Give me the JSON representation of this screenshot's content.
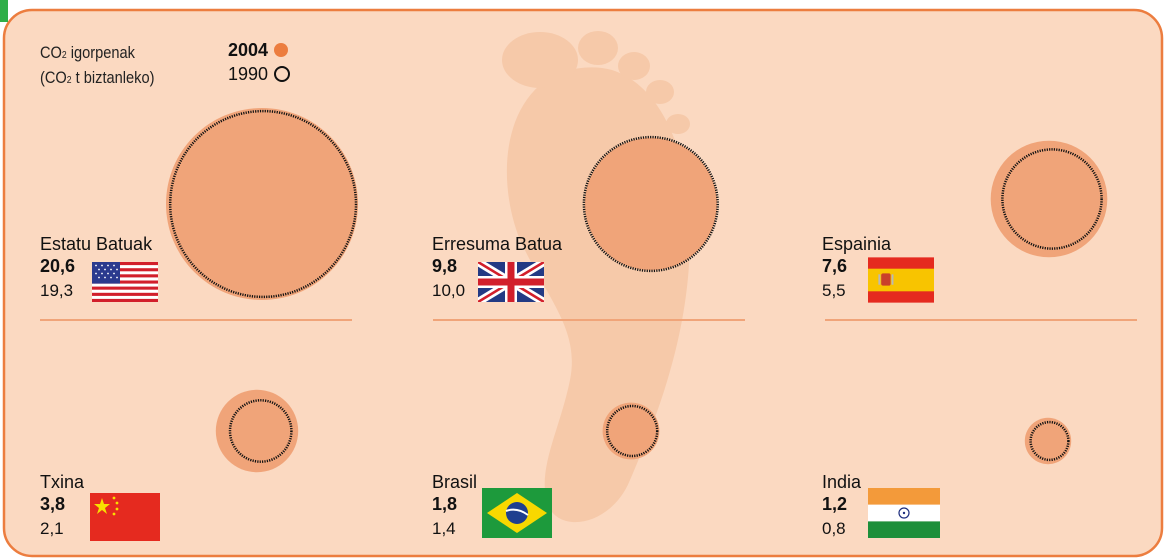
{
  "colors": {
    "background": "#fbd9c1",
    "border": "#ec7d3f",
    "bubble_2004": "#f0a479",
    "outline_1990": "#111111",
    "divider": "#f0a479",
    "footprint": "#f6c9a9"
  },
  "legend": {
    "title_line1_prefix": "CO",
    "title_line1_sub": "2",
    "title_line1_suffix": " igorpenak",
    "title_line2_prefix": "(CO",
    "title_line2_sub": "2",
    "title_line2_suffix": " t biztanleko)",
    "year_filled": "2004",
    "year_open": "1990"
  },
  "chart_data": {
    "type": "bubble",
    "unit": "CO2 t biztanleko",
    "series": [
      {
        "name": "2004",
        "style": "filled"
      },
      {
        "name": "1990",
        "style": "outline"
      }
    ],
    "countries": [
      {
        "name": "Estatu Batuak",
        "v2004": "20,6",
        "v1990": "19,3",
        "value_2004": 20.6,
        "value_1990": 19.3,
        "flag": "usa-flag"
      },
      {
        "name": "Erresuma Batua",
        "v2004": "9,8",
        "v1990": "10,0",
        "value_2004": 9.8,
        "value_1990": 10.0,
        "flag": "uk-flag"
      },
      {
        "name": "Espainia",
        "v2004": "7,6",
        "v1990": "5,5",
        "value_2004": 7.6,
        "value_1990": 5.5,
        "flag": "spain-flag"
      },
      {
        "name": "Txina",
        "v2004": "3,8",
        "v1990": "2,1",
        "value_2004": 3.8,
        "value_1990": 2.1,
        "flag": "china-flag"
      },
      {
        "name": "Brasil",
        "v2004": "1,8",
        "v1990": "1,4",
        "value_2004": 1.8,
        "value_1990": 1.4,
        "flag": "brazil-flag"
      },
      {
        "name": "India",
        "v2004": "1,2",
        "v1990": "0,8",
        "value_2004": 1.2,
        "value_1990": 0.8,
        "flag": "india-flag"
      }
    ]
  }
}
